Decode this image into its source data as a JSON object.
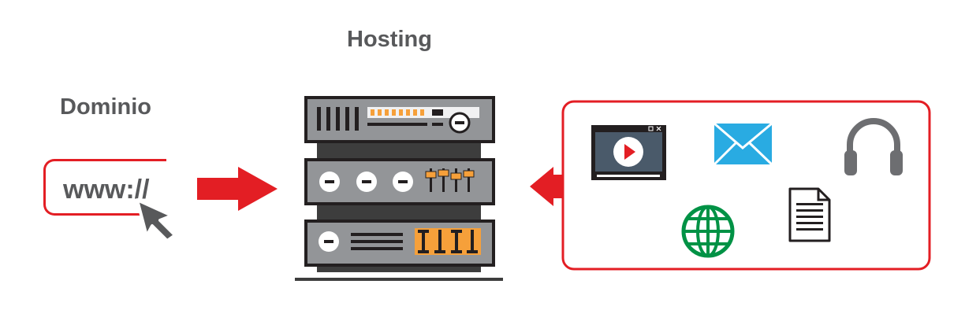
{
  "labels": {
    "hosting": "Hosting",
    "dominio": "Dominio",
    "url": "www://"
  },
  "colors": {
    "accent_red": "#e31e24",
    "text_gray": "#58595b",
    "server_gray": "#939598",
    "server_dark": "#3d3d3d",
    "orange": "#f6a03a",
    "mail_blue": "#29abe2",
    "globe_green": "#009245"
  },
  "icons": [
    "cursor-arrow-icon",
    "video-player-icon",
    "mail-icon",
    "headphones-icon",
    "document-icon",
    "globe-icon"
  ]
}
